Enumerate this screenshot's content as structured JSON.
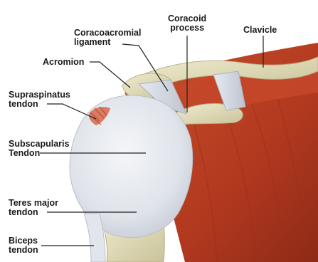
{
  "labels": {
    "coracoid_process": [
      "Coracoid",
      "process"
    ],
    "coracoacromial_ligament": [
      "Coracoacromial",
      "ligament"
    ],
    "clavicle": [
      "Clavicle"
    ],
    "acromion": [
      "Acromion"
    ],
    "supraspinatus_tendon": [
      "Supraspinatus",
      "tendon"
    ],
    "subscapularis_tendon": [
      "Subscapularis",
      "Tendon"
    ],
    "teres_major_tendon": [
      "Teres major",
      "tendon"
    ],
    "biceps_tendon": [
      "Biceps",
      "tendon"
    ]
  }
}
